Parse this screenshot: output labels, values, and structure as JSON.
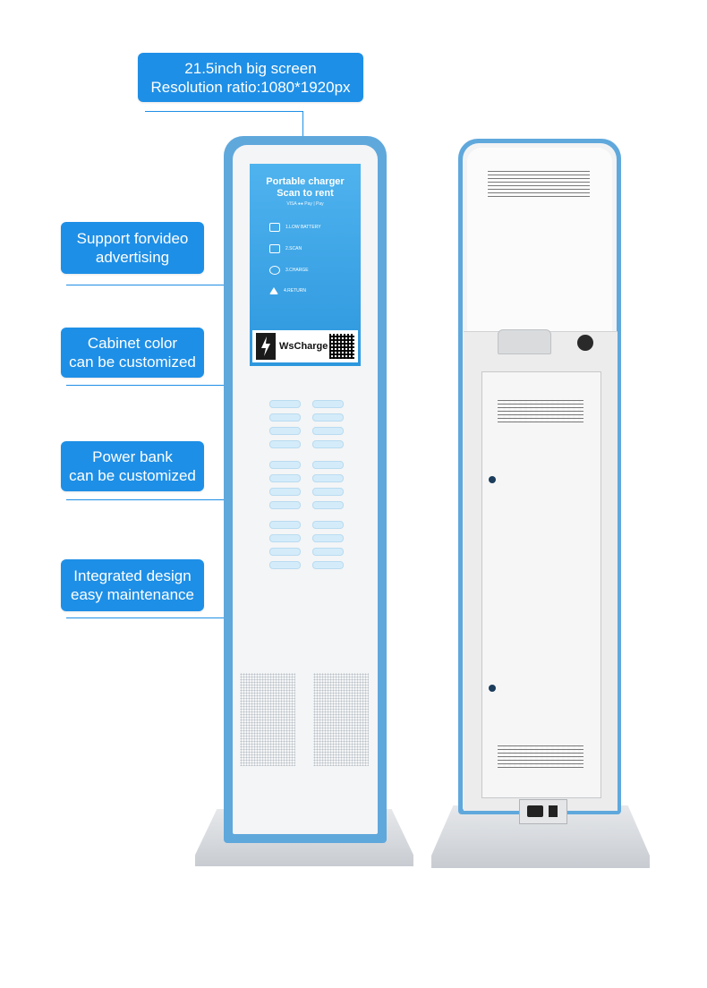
{
  "callouts": {
    "screen": {
      "line1": "21.5inch big screen",
      "line2": "Resolution ratio:1080*1920px"
    },
    "video": {
      "line1": "Support forvideo",
      "line2": "advertising"
    },
    "color": {
      "line1": "Cabinet color",
      "line2": "can be customized"
    },
    "powerbank": {
      "line1": "Power bank",
      "line2": "can be customized"
    },
    "design": {
      "line1": "Integrated design",
      "line2": "easy maintenance"
    }
  },
  "screen": {
    "title1": "Portable charger",
    "title2": "Scan to rent",
    "payments": "VISA  ●●  Pay  |  Pay",
    "steps": [
      "1.LOW BATTERY",
      "2.SCAN",
      "3.CHARGE",
      "4.RETURN"
    ],
    "brand": "WsCharge"
  },
  "colors": {
    "accent": "#1e8fe6",
    "kiosk_trim": "#5fa8dc",
    "panel": "#f4f5f6",
    "slot": "#d4ecfa"
  }
}
